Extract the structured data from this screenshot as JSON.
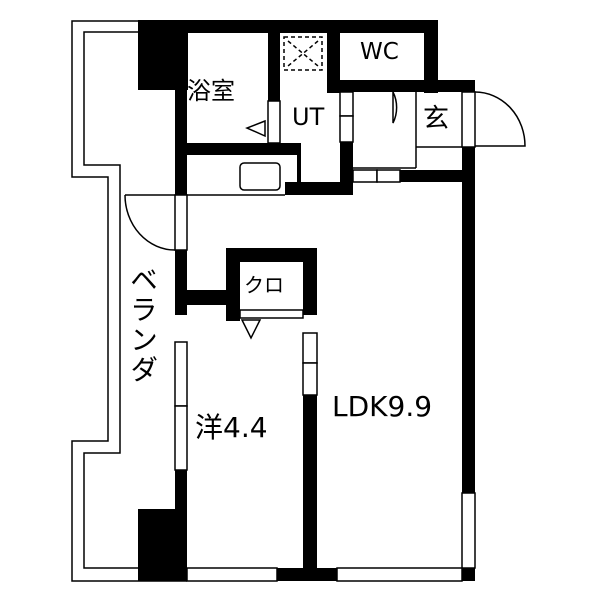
{
  "rooms": {
    "bath": "浴室",
    "utility": "UT",
    "toilet": "WC",
    "entrance": "玄",
    "balcony": "ベランダ",
    "closet": "クロ",
    "western_room": "洋4.4",
    "ldk": "LDK9.9"
  },
  "colors": {
    "wall": "#000000",
    "floor": "#ffffff"
  }
}
